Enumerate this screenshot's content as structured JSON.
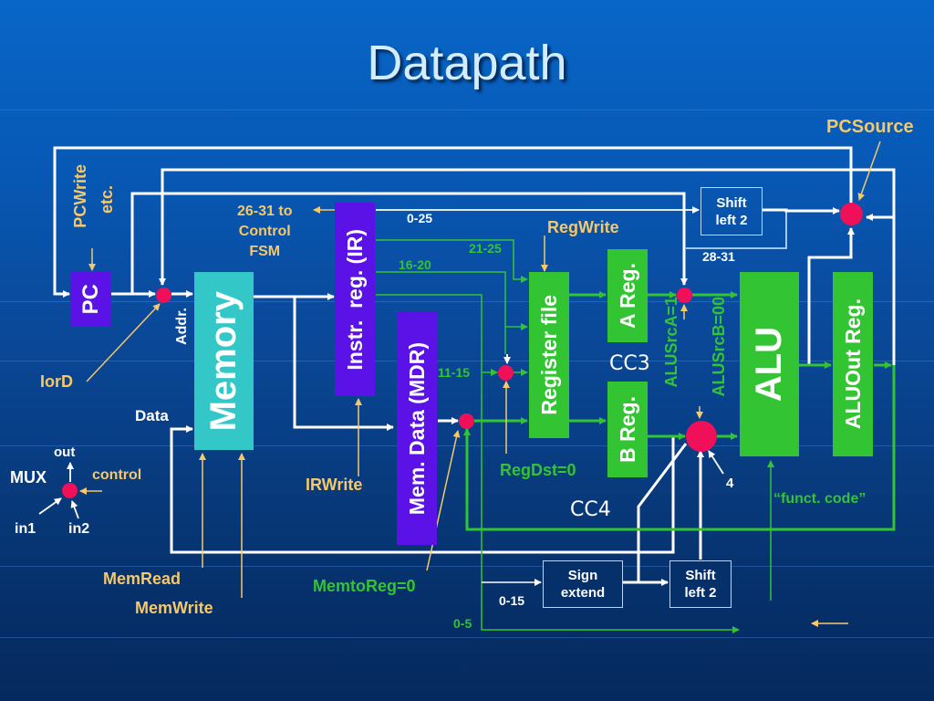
{
  "title": "Datapath",
  "colors": {
    "background_top": "#0866c8",
    "background_bottom": "#052a5e",
    "register_purple": "#5a12e6",
    "register_green": "#33c433",
    "memory_teal": "#33c7c7",
    "mux_red": "#f0105a",
    "control_signal": "#f5c86a",
    "wire_white": "#ffffff",
    "wire_green": "#33c433"
  },
  "blocks": {
    "pc": "PC",
    "memory": "Memory",
    "ir": "Instr.  reg. (IR)",
    "mdr": "Mem. Data (MDR)",
    "register_file": "Register file",
    "a_reg": "A Reg.",
    "b_reg": "B Reg.",
    "alu": "ALU",
    "aluout": "ALUOut Reg.",
    "shift_left_top": [
      "Shift",
      "left 2"
    ],
    "sign_extend": [
      "Sign",
      "extend"
    ],
    "shift_left_bottom": [
      "Shift",
      "left 2"
    ]
  },
  "control_signals": {
    "pcwrite": [
      "PCWrite",
      "etc."
    ],
    "pcsource": "PCSource",
    "iord": "IorD",
    "memread": "MemRead",
    "memwrite": "MemWrite",
    "irwrite": "IRWrite",
    "regwrite": "RegWrite",
    "control_fsm": [
      "26-31 to",
      "Control",
      "FSM"
    ],
    "regdst": "RegDst=0",
    "memtoreg": "MemtoReg=0",
    "alusrca": "ALUSrcA=1",
    "alusrcb": "ALUSrcB=00",
    "funct_code": "“funct. code”"
  },
  "wire_labels": {
    "bits_0_25": "0-25",
    "bits_21_25": "21-25",
    "bits_16_20": "16-20",
    "bits_11_15": "11-15",
    "bits_28_31": "28-31",
    "bits_0_15": "0-15",
    "bits_0_5": "0-5",
    "const_4": "4",
    "addr": "Addr.",
    "data": "Data"
  },
  "clock_cycles": {
    "cc3": "CC3",
    "cc4": "CC4"
  },
  "legend": {
    "mux": "MUX",
    "out": "out",
    "control": "control",
    "in1": "in1",
    "in2": "in2"
  }
}
